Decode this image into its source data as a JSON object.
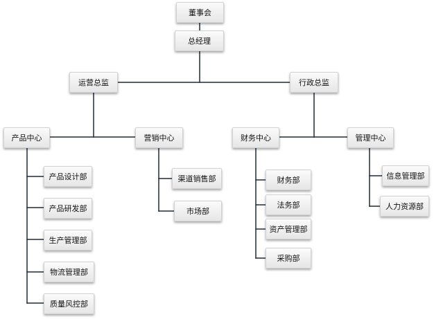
{
  "org_chart": {
    "board": "董事会",
    "ceo": "总经理",
    "coo": "运营总监",
    "cao": "行政总监",
    "product_center": "产品中心",
    "marketing_center": "营销中心",
    "finance_center": "财务中心",
    "management_center": "管理中心",
    "product_design": "产品设计部",
    "product_rnd": "产品研发部",
    "production_mgmt": "生产管理部",
    "logistics_mgmt": "物流管理部",
    "quality_risk": "质量风控部",
    "channel_sales": "渠道销售部",
    "market": "市场部",
    "finance_dept": "财务部",
    "legal_dept": "法务部",
    "asset_mgmt": "资产管理部",
    "procurement": "采购部",
    "info_mgmt": "信息管理部",
    "hr_dept": "人力资源部"
  },
  "colors": {
    "connector": "#1f2a36",
    "node_fill_top": "#fbfbfb",
    "node_fill_bottom": "#e6e6e6",
    "node_border": "#d2d2d2"
  }
}
